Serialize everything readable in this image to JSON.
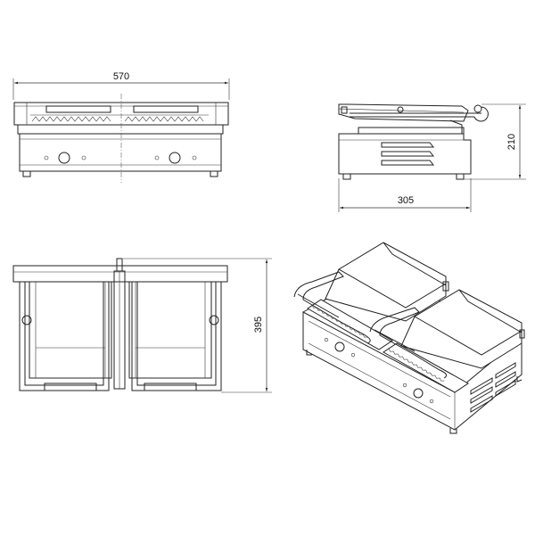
{
  "dimensions": {
    "front_width": "570",
    "side_height": "210",
    "side_depth": "305",
    "top_depth": "395"
  },
  "views": {
    "front": "front-view",
    "side": "side-view",
    "top": "top-view",
    "iso": "isometric-view"
  }
}
